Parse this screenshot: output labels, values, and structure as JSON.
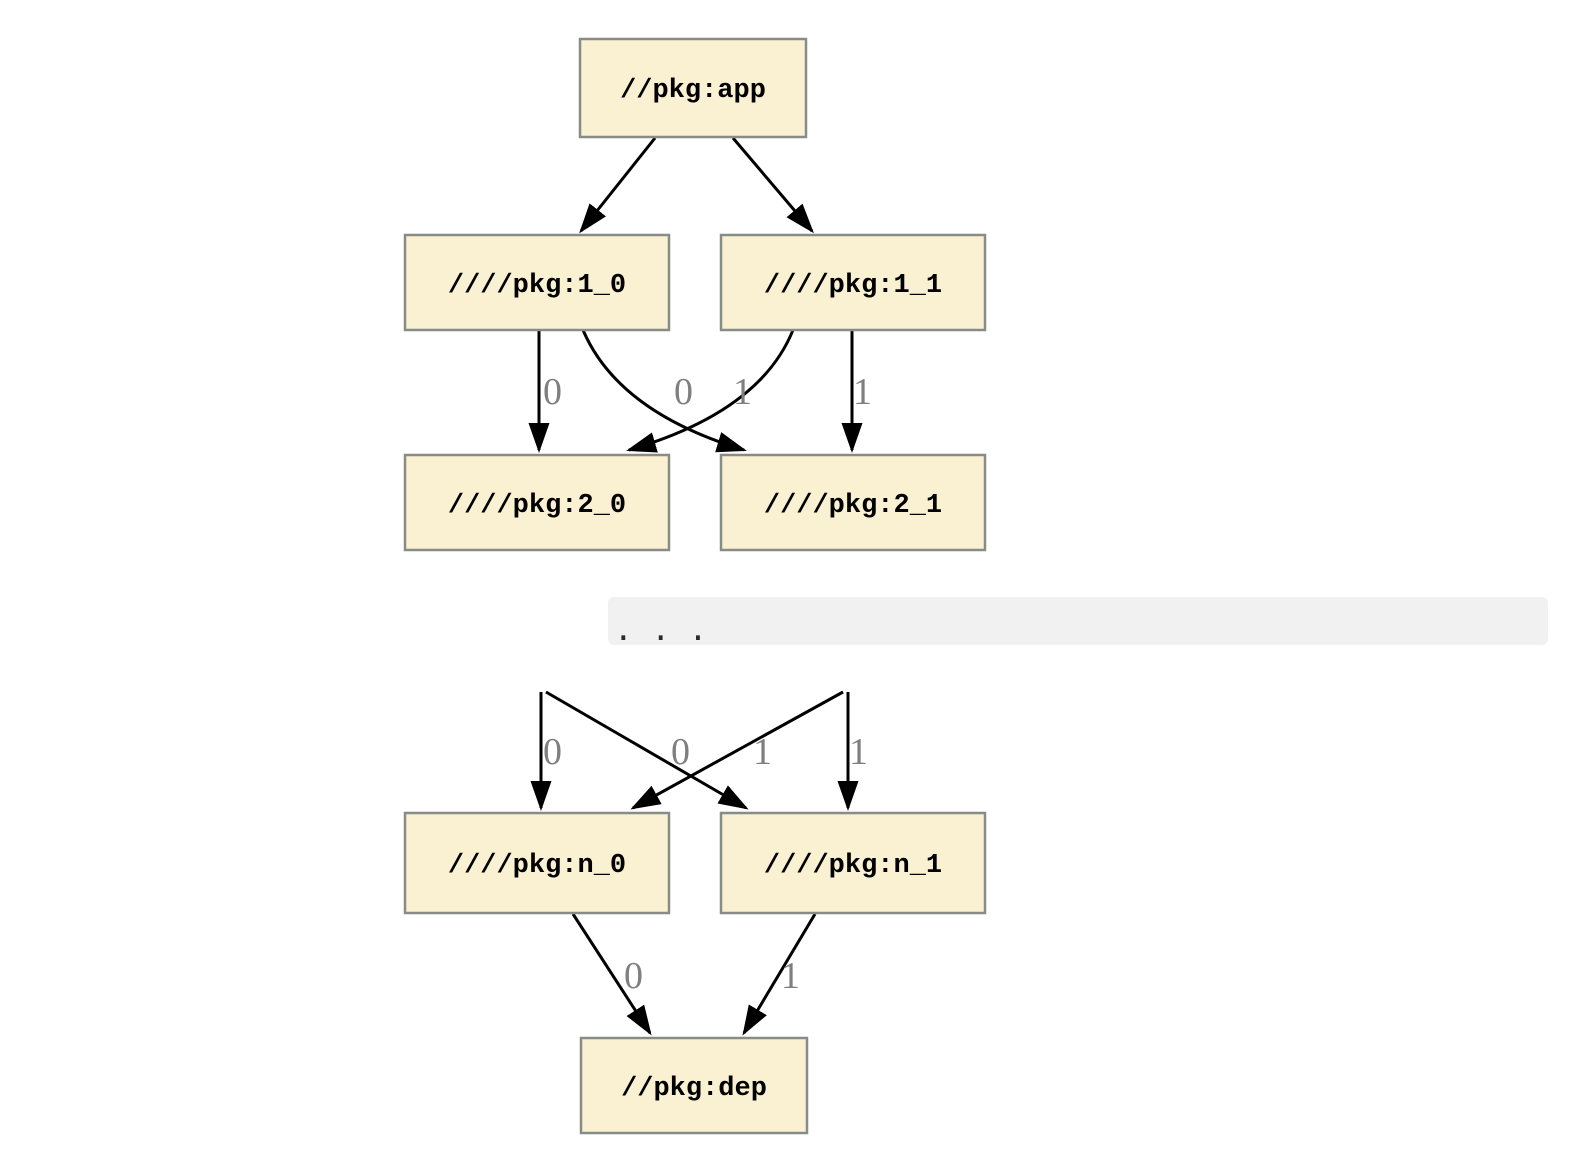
{
  "colors": {
    "background": "#ffffff",
    "node-fill": "#faf0d2",
    "node-border": "#878c87",
    "edge": "#000000",
    "edge-label": "#7f7f7f",
    "ellipsis-bg": "#f1f1f1",
    "ellipsis-text": "#2b2b2b",
    "node-text": "#000000"
  },
  "diagram": {
    "type": "dependency-graph",
    "nodes": {
      "app": {
        "label": "//pkg:app"
      },
      "l1_0": {
        "label": "////pkg:1_0"
      },
      "l1_1": {
        "label": "////pkg:1_1"
      },
      "l2_0": {
        "label": "////pkg:2_0"
      },
      "l2_1": {
        "label": "////pkg:2_1"
      },
      "ln_0": {
        "label": "////pkg:n_0"
      },
      "ln_1": {
        "label": "////pkg:n_1"
      },
      "dep": {
        "label": "//pkg:dep"
      }
    },
    "ellipsis": {
      "text": ". . ."
    },
    "edge_labels": {
      "pkg1_0_to_pkg2_0": "0",
      "pkg1_1_to_pkg2_0": "0",
      "pkg1_0_to_pkg2_1": "1",
      "pkg1_1_to_pkg2_1": "1",
      "hidden_to_pkgn_0": "0",
      "hidden_cross_to_pkgn_0": "0",
      "hidden_cross_to_pkgn_1": "1",
      "hidden_to_pkgn_1": "1",
      "pkgn_0_to_dep": "0",
      "pkgn_1_to_dep": "1"
    }
  }
}
